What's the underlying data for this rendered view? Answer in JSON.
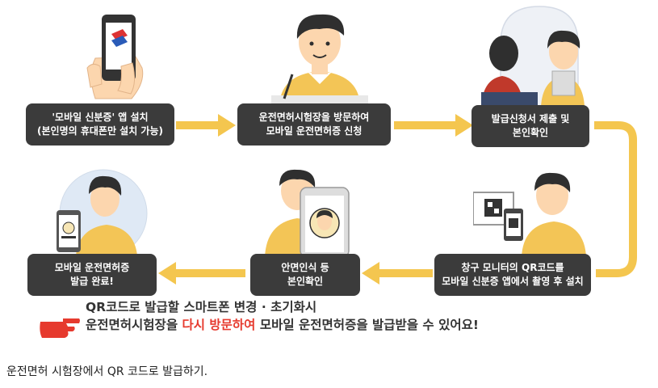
{
  "steps": [
    {
      "line1": "'모바일 신분증' 앱 설치",
      "line2": "(본인명의 휴대폰만 설치 가능)"
    },
    {
      "line1": "운전면허시험장을 방문하여",
      "line2": "모바일 운전면허증 신청"
    },
    {
      "line1": "발급신청서 제출 및",
      "line2": "본인확인"
    },
    {
      "line1": "창구 모니터의 QR코드를",
      "line2": "모바일 신분증 앱에서 촬영 후 설치"
    },
    {
      "line1": "안면인식 등",
      "line2": "본인확인"
    },
    {
      "line1": "모바일 운전면허증",
      "line2": "발급 완료!"
    }
  ],
  "notice": {
    "line1": "QR코드로 발급할 스마트폰 변경 · 초기화시",
    "line2_pre": "운전면허시험장을 ",
    "line2_highlight": "다시 방문하여",
    "line2_post": " 모바일 운전면허증을 발급받을 수 있어요!"
  },
  "caption": "운전면허 시험장에서 QR 코드로 발급하기.",
  "colors": {
    "arrow": "#f4c64f",
    "box": "#3b3b3b",
    "highlight": "#e63a2e",
    "shirt": "#f3c556",
    "hair": "#2f2f2f",
    "skin": "#fcd6ae",
    "pointer": "#e63a2e"
  }
}
